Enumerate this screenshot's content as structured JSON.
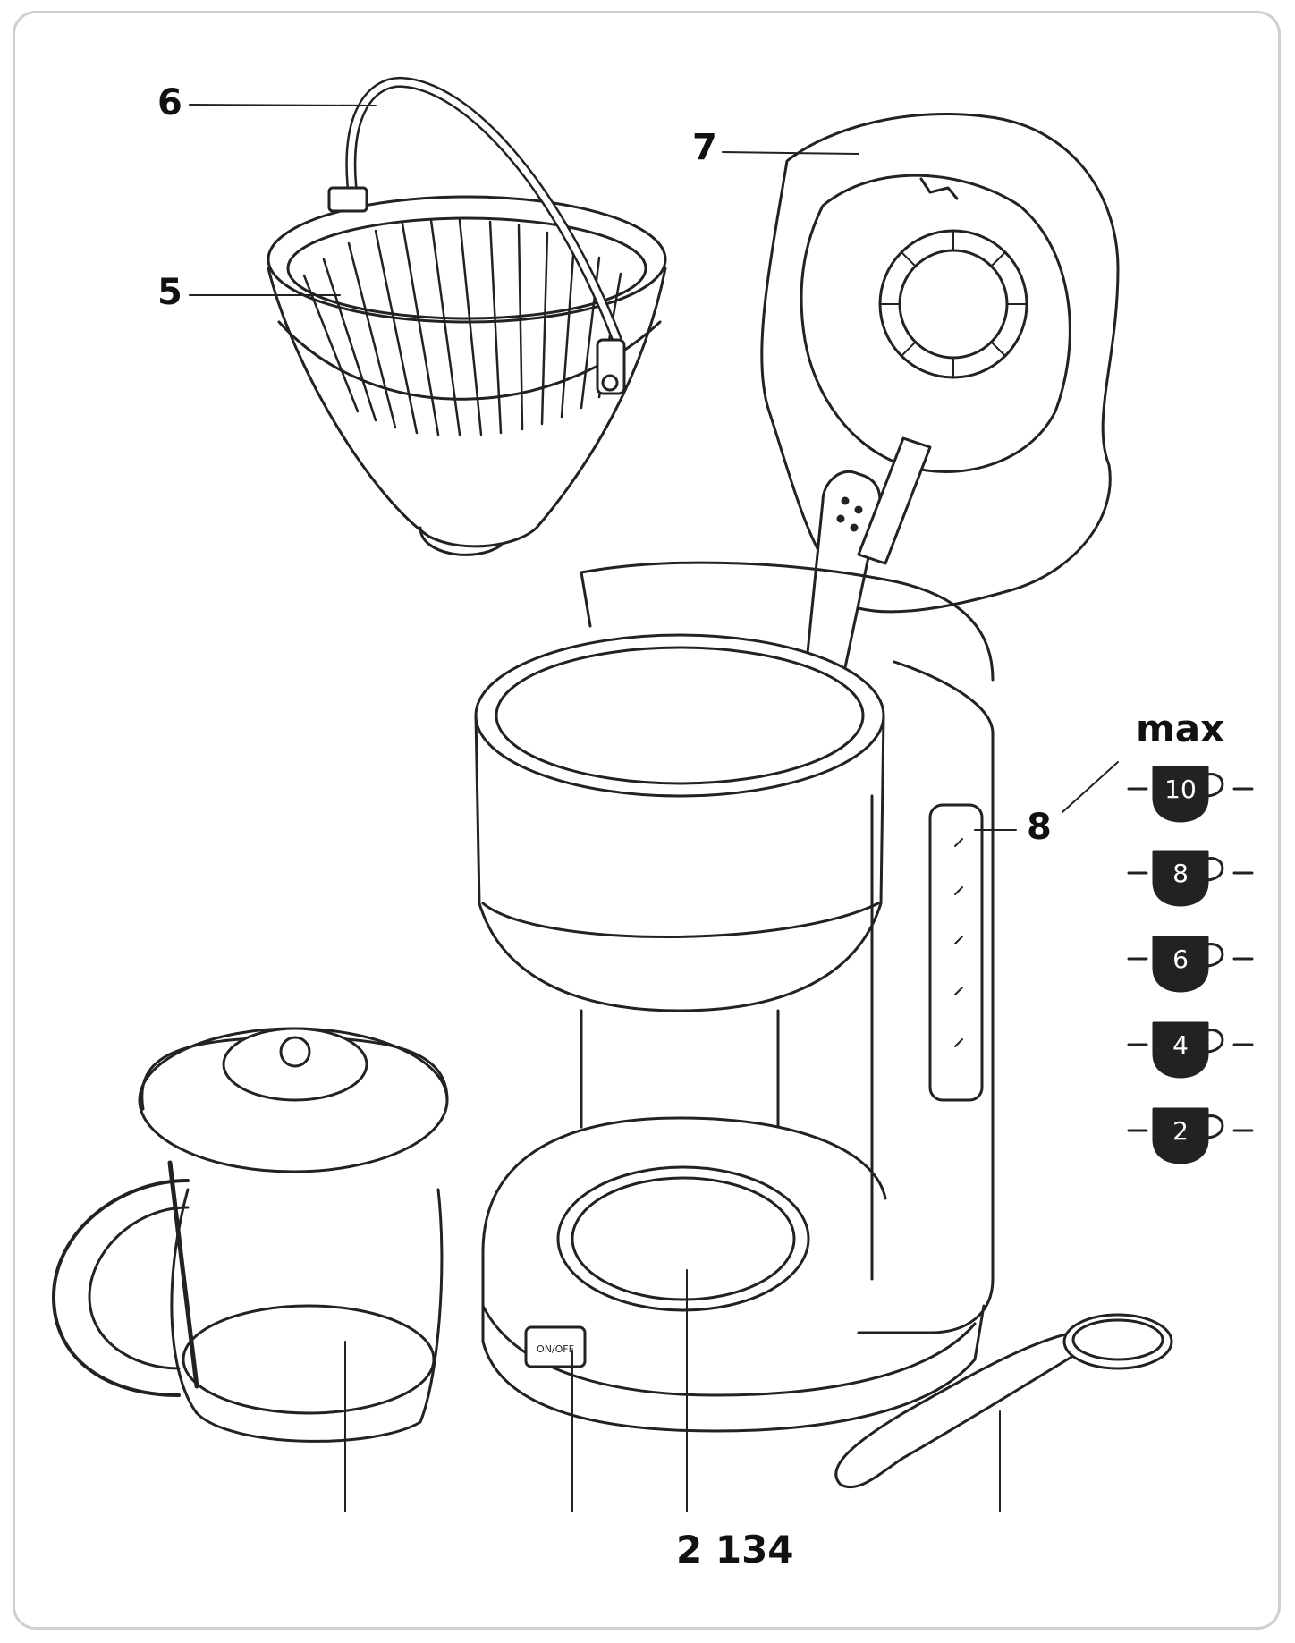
{
  "callouts": {
    "six": "6",
    "five": "5",
    "seven": "7",
    "eight": "8",
    "bottom_group": "2 134"
  },
  "cup_scale": {
    "max_label": "max",
    "levels": [
      "10",
      "8",
      "6",
      "4",
      "2"
    ]
  },
  "switch_label": "ON/OFF",
  "colors": {
    "line": "#222222",
    "frame": "#cfcfcf",
    "cup_fill": "#222222"
  }
}
